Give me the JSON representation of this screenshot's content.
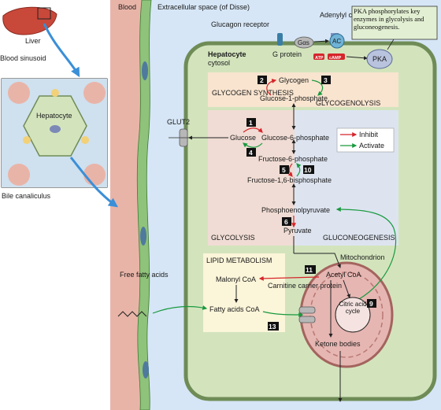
{
  "liver_inset": {
    "liver": "Liver",
    "blood_sinusoid": "Blood sinusoid",
    "hepatocyte": "Hepatocyte",
    "bile_canaliculus": "Bile canaliculus"
  },
  "regions": {
    "blood": "Blood",
    "extracellular_space": "Extracellular space (of Disse)",
    "hepatocyte_title": "Hepatocyte",
    "cytosol": "cytosol"
  },
  "signaling": {
    "glucagon_receptor": "Glucagon receptor",
    "adenylyl_cyclase": "Adenylyl cyclase",
    "g_protein": "G protein",
    "gas": "Gαs",
    "ac": "AC",
    "atp": "ATP",
    "camp": "cAMP",
    "pka": "PKA",
    "pka_note": "PKA phosphorylates key enzymes in glycolysis and gluconeogenesis."
  },
  "glycogen": {
    "synthesis": "GLYCOGEN SYNTHESIS",
    "glycogenolysis": "GLYCOGENOLYSIS",
    "glycogen": "Glycogen",
    "g1p": "Glucose-1-phosphate"
  },
  "pathway": {
    "glut2": "GLUT2",
    "glucose": "Glucose",
    "g6p": "Glucose-6-phosphate",
    "f6p": "Fructose-6-phosphate",
    "f16bp": "Fructose-1,6-bisphosphate",
    "pep": "Phosphoenolpyruvate",
    "pyruvate": "Pyruvate",
    "glycolysis": "GLYCOLYSIS",
    "gluconeogenesis": "GLUCONEOGENESIS"
  },
  "legend": {
    "inhibit": "Inhibit",
    "activate": "Activate",
    "inhibit_color": "#d6252b",
    "activate_color": "#1a9a3f"
  },
  "lipid": {
    "title": "LIPID METABOLISM",
    "malonyl": "Malonyl CoA",
    "fatty_acids_coa": "Fatty acids CoA",
    "free_fatty_acids": "Free fatty acids",
    "carnitine": "Carnitine carrier protein"
  },
  "mito": {
    "title": "Mitochondrion",
    "acetyl": "Acetyl CoA",
    "cycle": "Citric acid cycle",
    "ketone": "Ketone bodies"
  },
  "steps": [
    "1",
    "2",
    "3",
    "4",
    "5",
    "6",
    "9",
    "10",
    "11",
    "13"
  ],
  "colors": {
    "blood_vessel": "#e9b4a8",
    "extracellular": "#d6e6f6",
    "cell": "#d3e4bd",
    "glycogen_panel": "#f8e4cf",
    "glycolysis_panel": "#f0dcd4",
    "gluco_panel": "#dde4f0",
    "mito": "#e6b6b2",
    "lipid_panel": "#fbf5d9",
    "pka": "#b9c3de"
  }
}
